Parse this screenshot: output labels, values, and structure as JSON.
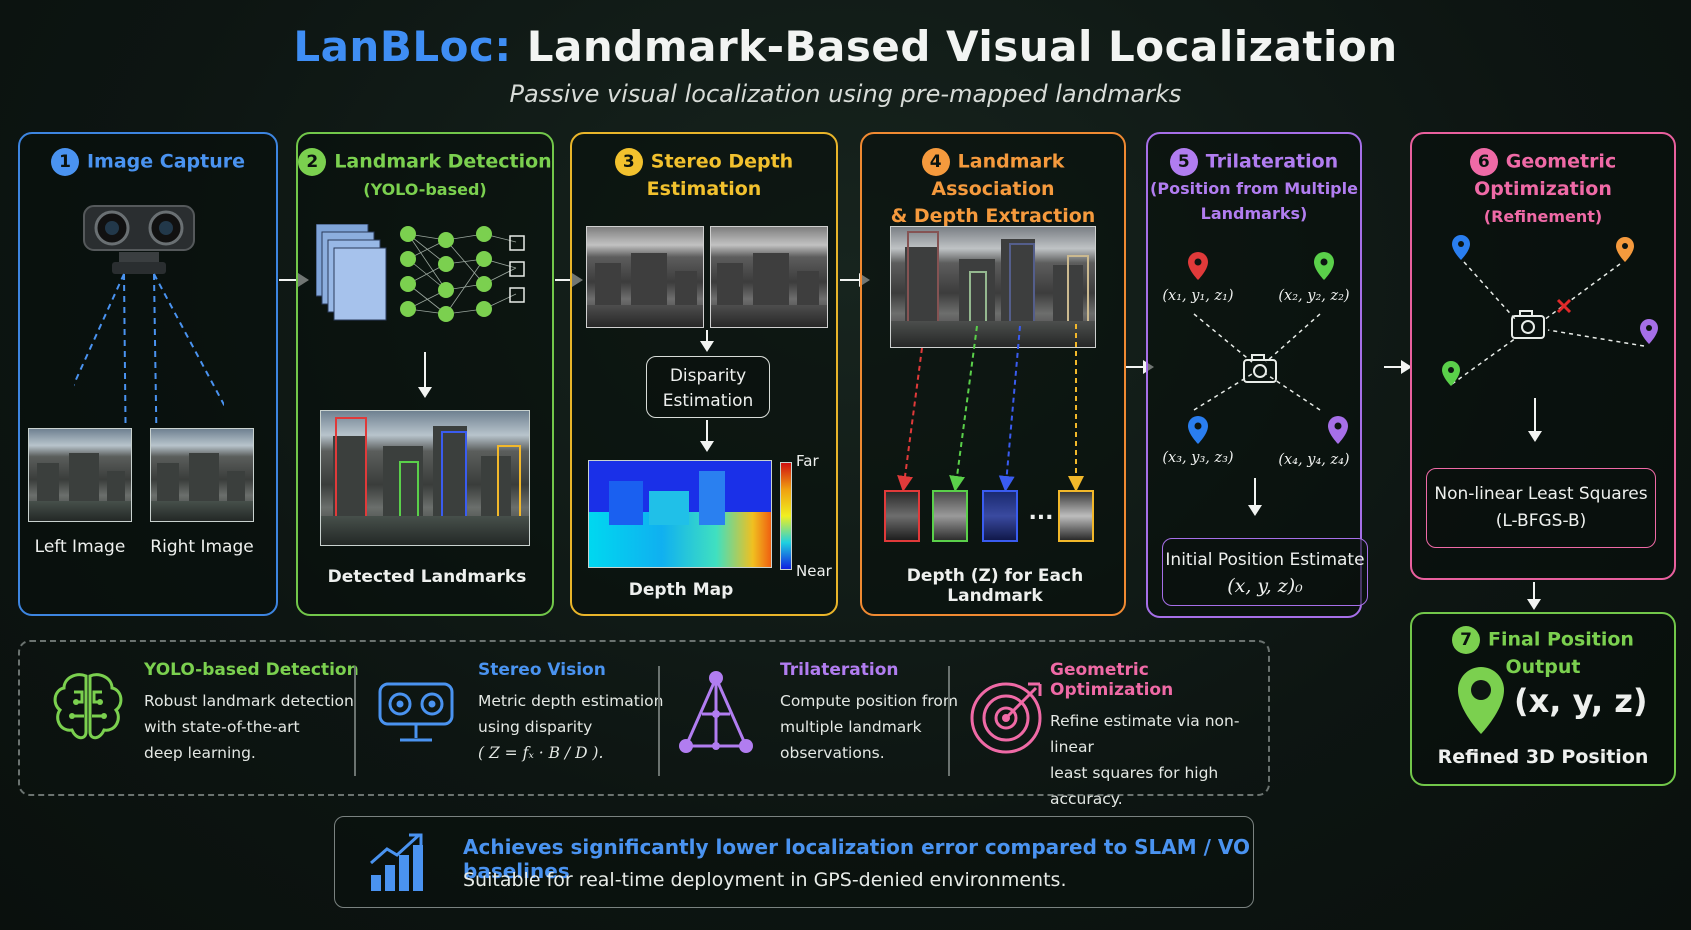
{
  "title_accent": "LanBLoc:",
  "title_rest": "Landmark-Based Visual Localization",
  "subtitle": "Passive visual localization using pre-mapped landmarks",
  "steps": [
    {
      "num": "1",
      "title": "Image Capture",
      "color": "#4a93f0"
    },
    {
      "num": "2",
      "title": "Landmark Detection",
      "subtitle": "(YOLO-based)",
      "color": "#7bd04f"
    },
    {
      "num": "3",
      "title": "Stereo Depth Estimation",
      "color": "#f2c12e"
    },
    {
      "num": "4",
      "title": "Landmark Association",
      "subtitle": "& Depth Extraction",
      "color": "#f59a3d"
    },
    {
      "num": "5",
      "title": "Trilateration",
      "subtitle": "(Position from Multiple",
      "subtitle2": "Landmarks)",
      "color": "#b17df0"
    },
    {
      "num": "6",
      "title": "Geometric Optimization",
      "subtitle": "(Refinement)",
      "color": "#ef6aa6"
    },
    {
      "num": "7",
      "title": "Final Position Output",
      "color": "#7bd04f"
    }
  ],
  "capture": {
    "left": "Left Image",
    "right": "Right Image"
  },
  "detection": {
    "caption": "Detected Landmarks"
  },
  "depth": {
    "box_line1": "Disparity",
    "box_line2": "Estimation",
    "far": "Far",
    "near": "Near",
    "caption": "Depth Map"
  },
  "association": {
    "ellipsis": "...",
    "caption": "Depth (Z) for Each Landmark"
  },
  "trilateration": {
    "coords": [
      "(x₁, y₁, z₁)",
      "(x₂, y₂, z₂)",
      "(x₃, y₃, z₃)",
      "(x₄, y₄, z₄)"
    ],
    "box_line1": "Initial Position Estimate",
    "box_line2": "(x, y, z)₀"
  },
  "optimization": {
    "box_line1": "Non-linear Least Squares",
    "box_line2": "(L-BFGS-B)"
  },
  "output": {
    "value": "(x, y, z)",
    "caption": "Refined 3D Position"
  },
  "features": [
    {
      "title": "YOLO-based Detection",
      "lines": [
        "Robust landmark detection",
        "with state-of-the-art",
        "deep learning."
      ],
      "color": "#7bd04f"
    },
    {
      "title": "Stereo Vision",
      "lines": [
        "Metric depth estimation",
        "using disparity",
        "( Z = fₓ · B / D )."
      ],
      "color": "#4a93f0"
    },
    {
      "title": "Trilateration",
      "lines": [
        "Compute position from",
        "multiple landmark",
        "observations."
      ],
      "color": "#b17df0"
    },
    {
      "title": "Geometric Optimization",
      "lines": [
        "Refine estimate via non-linear",
        "least squares for high",
        "accuracy."
      ],
      "color": "#ef6aa6"
    }
  ],
  "summary": {
    "line1": "Achieves significantly lower localization error compared to SLAM / VO baselines",
    "line2": "Suitable for real-time deployment in GPS-denied environments."
  }
}
